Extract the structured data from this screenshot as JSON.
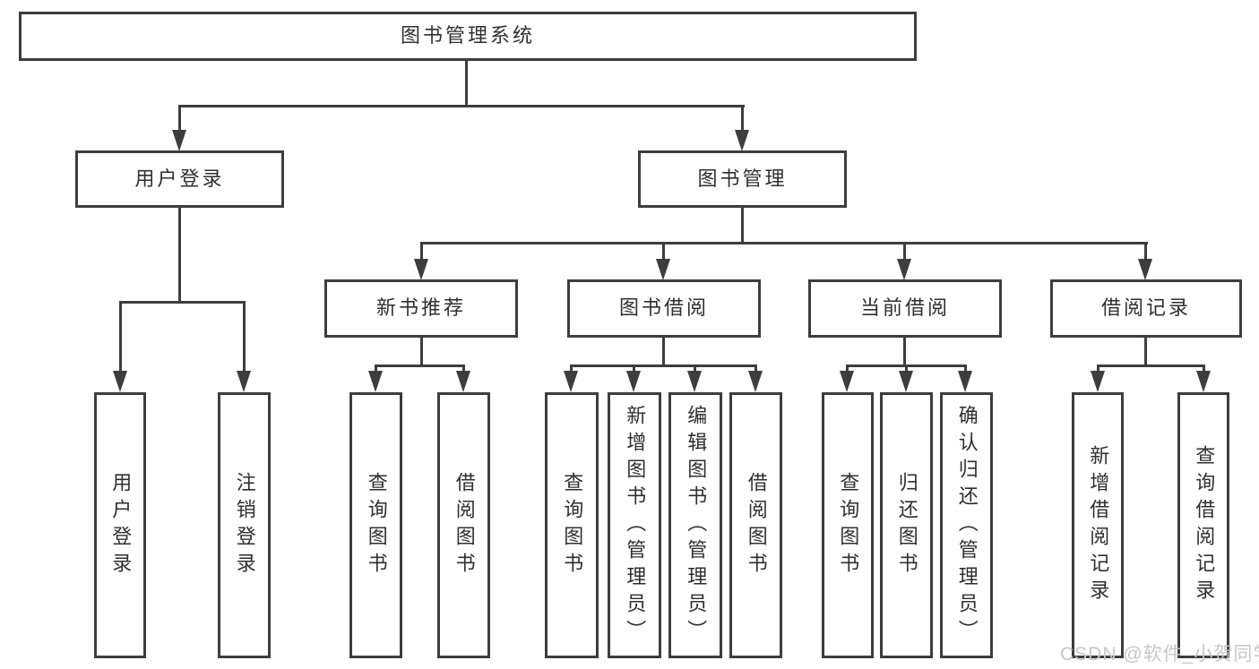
{
  "diagram": {
    "root": {
      "label": "图书管理系统"
    },
    "branches": [
      {
        "label": "用户登录",
        "children": [
          {
            "label": "用户登录"
          },
          {
            "label": "注销登录"
          }
        ]
      },
      {
        "label": "图书管理",
        "children": [
          {
            "label": "新书推荐",
            "children": [
              {
                "label": "查询图书"
              },
              {
                "label": "借阅图书"
              }
            ]
          },
          {
            "label": "图书借阅",
            "children": [
              {
                "label": "查询图书"
              },
              {
                "label": "新增图书（管理员）"
              },
              {
                "label": "编辑图书（管理员）"
              },
              {
                "label": "借阅图书"
              }
            ]
          },
          {
            "label": "当前借阅",
            "children": [
              {
                "label": "查询图书"
              },
              {
                "label": "归还图书"
              },
              {
                "label": "确认归还（管理员）"
              }
            ]
          },
          {
            "label": "借阅记录",
            "children": [
              {
                "label": "新增借阅记录"
              },
              {
                "label": "查询借阅记录"
              }
            ]
          }
        ]
      }
    ]
  },
  "colors": {
    "line": "#3d3d3d",
    "text": "#2f2f2f",
    "watermark": "#c7c7c7"
  },
  "watermark": {
    "text": "CSDN @软件_小贺同学"
  }
}
